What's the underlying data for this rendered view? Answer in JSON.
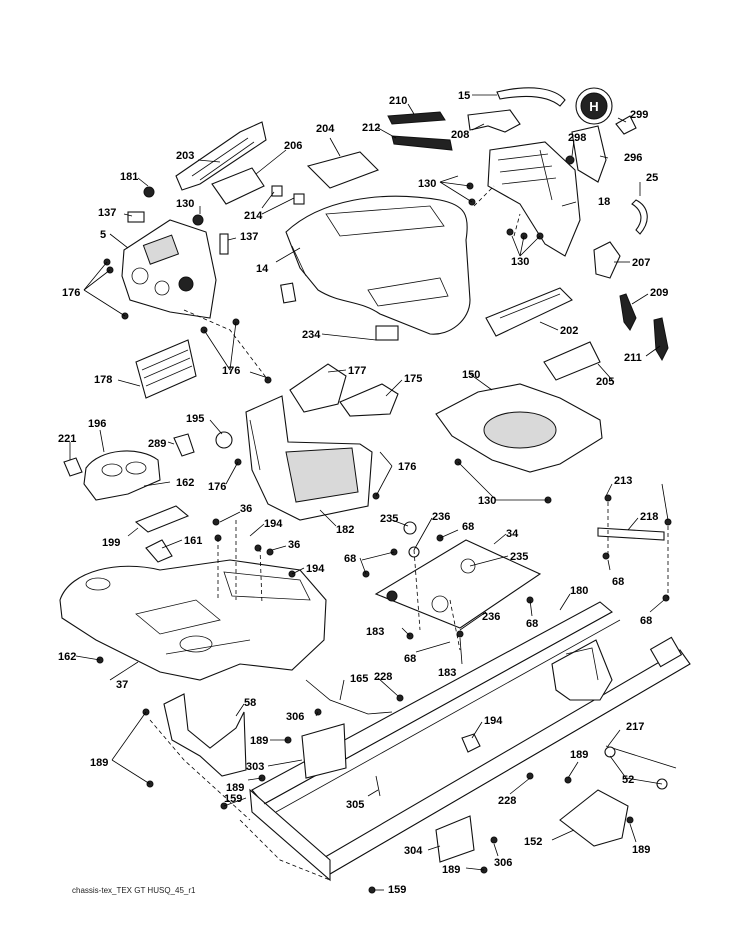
{
  "footer_code": "chassis-tex_TEX GT HUSQ_45_r1",
  "brand_emblem_letter": "H",
  "callouts": [
    "15",
    "210",
    "212",
    "208",
    "299",
    "298",
    "296",
    "204",
    "206",
    "203",
    "181",
    "130",
    "18",
    "25",
    "137",
    "5",
    "214",
    "14",
    "130",
    "137",
    "176",
    "130",
    "207",
    "209",
    "202",
    "234",
    "211",
    "205",
    "177",
    "175",
    "150",
    "178",
    "176",
    "195",
    "289",
    "221",
    "196",
    "162",
    "176",
    "176",
    "182",
    "130",
    "213",
    "199",
    "36",
    "194",
    "36",
    "194",
    "161",
    "235",
    "236",
    "68",
    "34",
    "218",
    "68",
    "235",
    "68",
    "68",
    "68",
    "180",
    "183",
    "68",
    "236",
    "162",
    "183",
    "37",
    "165",
    "228",
    "58",
    "306",
    "194",
    "217",
    "189",
    "189",
    "303",
    "189",
    "52",
    "189",
    "228",
    "159",
    "305",
    "304",
    "306",
    "189",
    "152",
    "189",
    "159"
  ],
  "colors": {
    "line": "#111111",
    "background": "#ffffff",
    "shade": "#d9d9d9"
  }
}
